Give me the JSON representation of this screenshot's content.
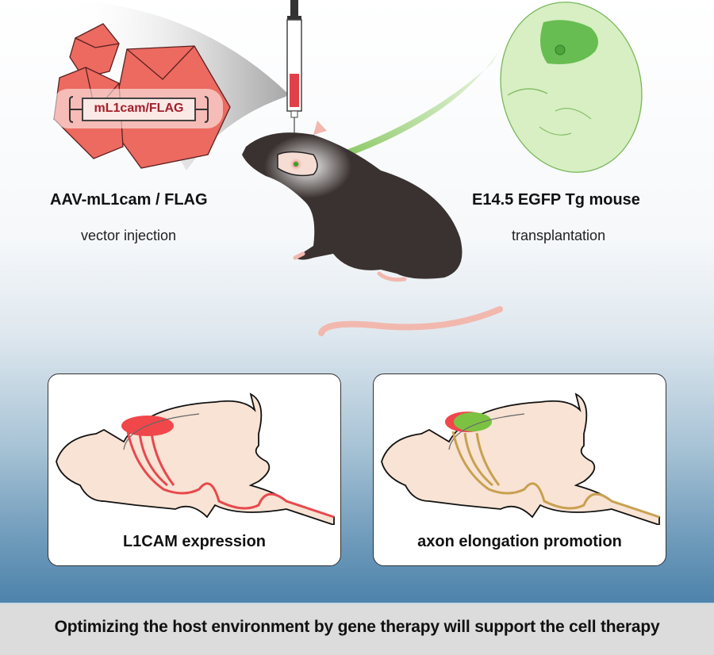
{
  "left_label": {
    "vector_name": "AAV-mL1cam / FLAG",
    "action": "vector injection",
    "construct": "mL1cam/FLAG"
  },
  "right_label": {
    "donor": "E14.5 EGFP Tg mouse",
    "action": "transplantation"
  },
  "panels": [
    {
      "caption": "L1CAM expression",
      "highlight_color": "#f0474b"
    },
    {
      "caption": "axon elongation promotion",
      "highlight_color": "#7cc242"
    }
  ],
  "footer": {
    "text": "Optimizing the host environment by gene therapy will support the cell therapy"
  },
  "colors": {
    "virus_red": "#e9574f",
    "egfp_green": "#8cc850",
    "mouse_body": "#3a3230",
    "mouse_skin": "#f2b8ae",
    "brain_fill": "#f8e3d4"
  }
}
